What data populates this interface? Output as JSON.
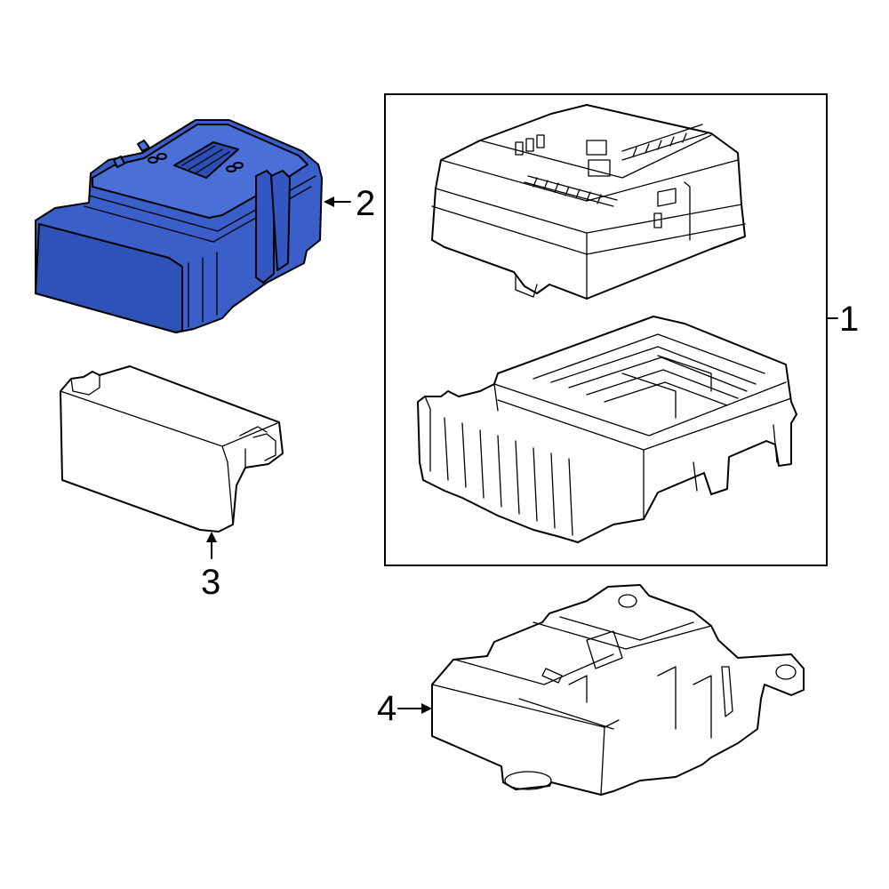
{
  "colors": {
    "highlight": "#3a5fc9",
    "highlight_dark": "#2a45a3",
    "line": "#000000",
    "background": "#ffffff"
  },
  "callouts": {
    "part_1": "1",
    "part_2": "2",
    "part_3": "3",
    "part_4": "4"
  }
}
